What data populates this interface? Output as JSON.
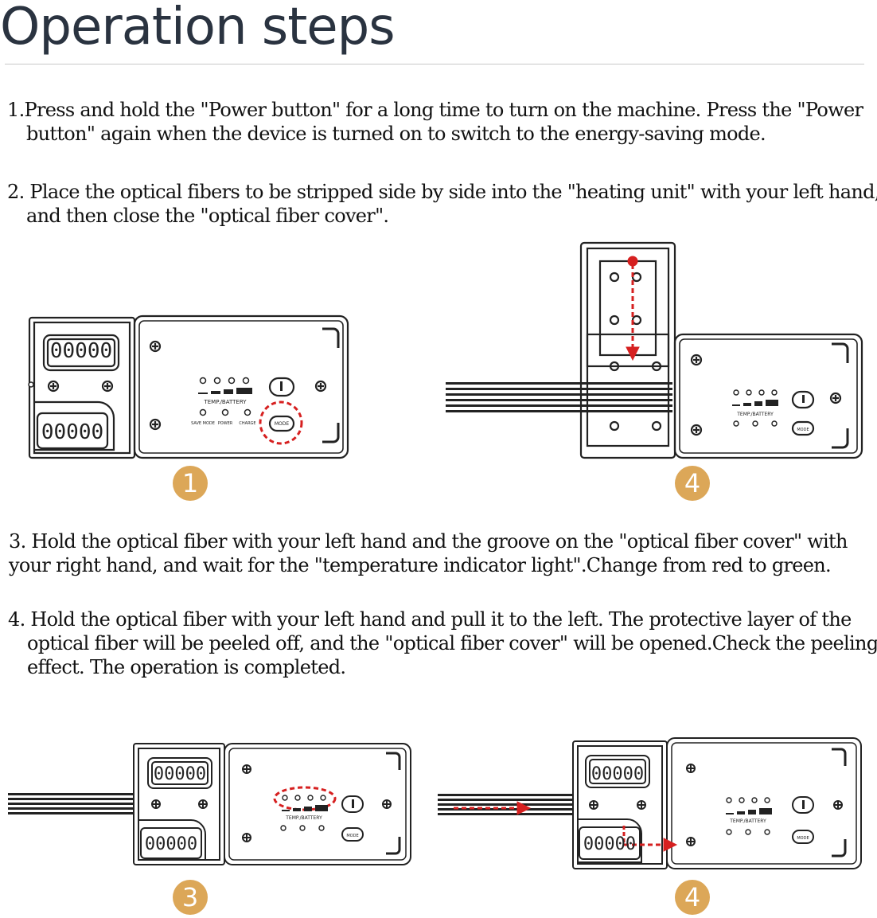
{
  "page": {
    "title": "Operation steps"
  },
  "steps": [
    {
      "line1": "1.Press and hold the \"Power button\" for a long time to turn on the machine.  Press the \"Power",
      "line2": "button\" again when the device is turned on to switch to the   energy-saving mode."
    },
    {
      "line1": "2. Place the optical fibers to be stripped side by side into the \"heating unit\" with your left hand,",
      "line2": "and then close the \"optical fiber cover\"."
    },
    {
      "line1": "3. Hold the optical fiber with your left hand and the groove on the \"optical fiber cover\" with",
      "line2": "your right hand, and wait for the \"temperature indicator light\".Change from red to green."
    },
    {
      "line1": "4. Hold the optical fiber with your left hand and pull it to the left. The protective layer of the",
      "line2": "optical fiber will be peeled off, and the \"optical fiber cover\" will be opened.Check the peeling",
      "line3": "effect. The operation is completed."
    }
  ],
  "device": {
    "counter_label": "00000",
    "indicator_label": "TEMP./BATTERY",
    "mode_labels": [
      "SAVE MODE",
      "POWER",
      "CHARGE"
    ],
    "mode_button_label": "MODE"
  },
  "badges": [
    "1",
    "4",
    "3",
    "4"
  ],
  "colors": {
    "badge": "#dca758",
    "highlight": "#d62020",
    "outline": "#222222",
    "title": "#2a3340"
  },
  "icons": [
    "power-button-icon",
    "thermometer-icon",
    "screw-icon",
    "fiber-bundle-icon",
    "arrow-down-icon",
    "arrow-right-icon",
    "arrow-left-icon"
  ]
}
